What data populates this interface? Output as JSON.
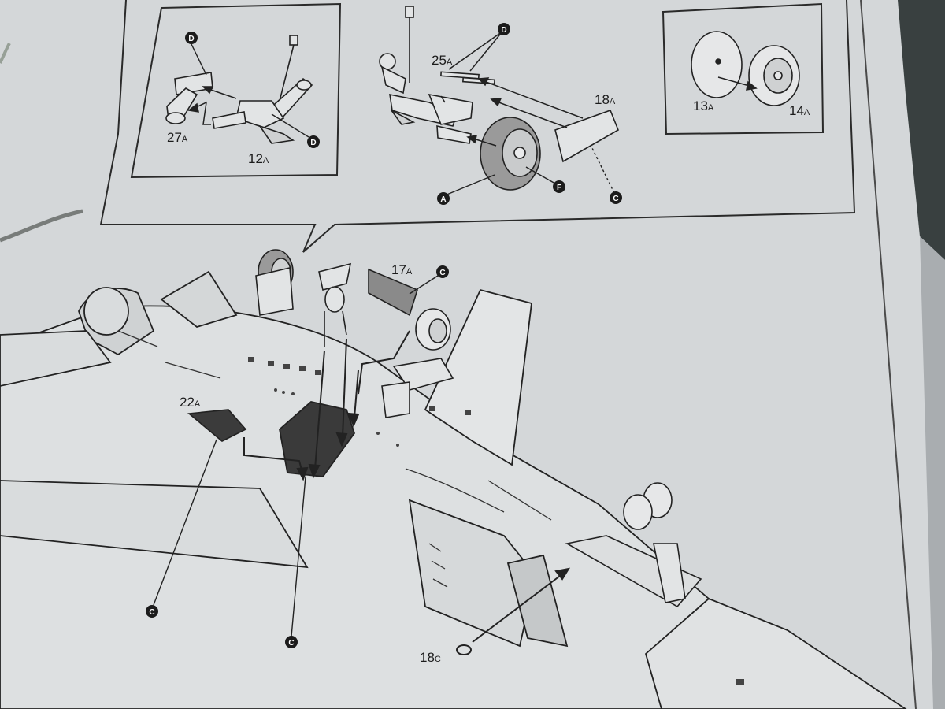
{
  "colors": {
    "paper": "#d4d7d9",
    "paper_shadow": "#b9bdc0",
    "ink": "#1b1b1b",
    "part_grey": "#9a9a9a",
    "tire_grey": "#8f8f8f",
    "table_dark": "#3b3b3b"
  },
  "callouts": {
    "inset_left": {
      "parts": [
        {
          "number": "27",
          "suffix": "A"
        },
        {
          "number": "12",
          "suffix": "A"
        }
      ],
      "markers": [
        "D",
        "D"
      ]
    },
    "inset_center": {
      "parts": [
        {
          "number": "25",
          "suffix": "A"
        },
        {
          "number": "18",
          "suffix": "A"
        }
      ],
      "markers": [
        "D",
        "A",
        "F",
        "C"
      ]
    },
    "inset_right": {
      "parts": [
        {
          "number": "13",
          "suffix": "A"
        },
        {
          "number": "14",
          "suffix": "A"
        }
      ]
    }
  },
  "main_view": {
    "parts": [
      {
        "number": "17",
        "suffix": "A"
      },
      {
        "number": "22",
        "suffix": "A"
      },
      {
        "number": "18",
        "suffix": "C"
      }
    ],
    "markers": [
      "C",
      "C",
      "C"
    ]
  }
}
